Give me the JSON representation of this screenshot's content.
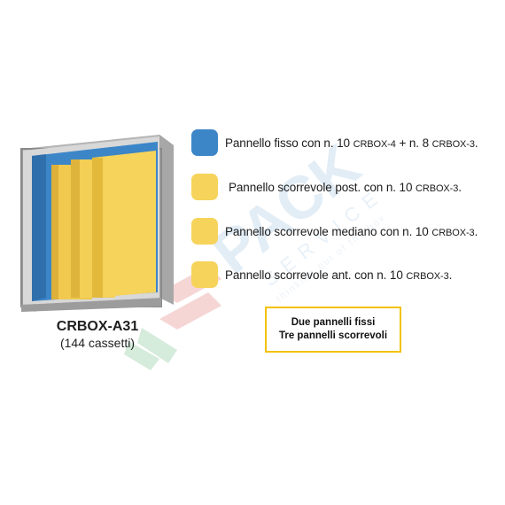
{
  "colors": {
    "blue": "#3c86c8",
    "yellow": "#f6d35a",
    "yellow_dark": "#e2b93a",
    "gray_frame": "#8f8f8f",
    "note_border": "#f2c200"
  },
  "legend": [
    {
      "swatch_color": "#3c86c8",
      "text": "Pannello fisso con n. 10 ",
      "code": "CRBOX-4",
      "mid": " + n. 8 ",
      "code2": "CRBOX-3",
      "end": "."
    },
    {
      "swatch_color": "#f6d35a",
      "text": "Pannello scorrevole post. con n. 10 ",
      "code": "CRBOX-3",
      "mid": "",
      "code2": "",
      "end": "."
    },
    {
      "swatch_color": "#f6d35a",
      "text": "Pannello scorrevole mediano con n. 10 ",
      "code": "CRBOX-3",
      "mid": "",
      "code2": "",
      "end": "."
    },
    {
      "swatch_color": "#f6d35a",
      "text": "Pannello scorrevole ant. con n. 10 ",
      "code": "CRBOX-3",
      "mid": "",
      "code2": "",
      "end": "."
    }
  ],
  "product": {
    "name": "CRBOX-A31",
    "subtitle": "(144 cassetti)"
  },
  "note": {
    "line1": "Due pannelli fissi",
    "line2": "Tre pannelli scorrevoli"
  },
  "watermark": {
    "brand": "PACK",
    "service": "SERVICE",
    "tagline": "thinking out of the box"
  }
}
